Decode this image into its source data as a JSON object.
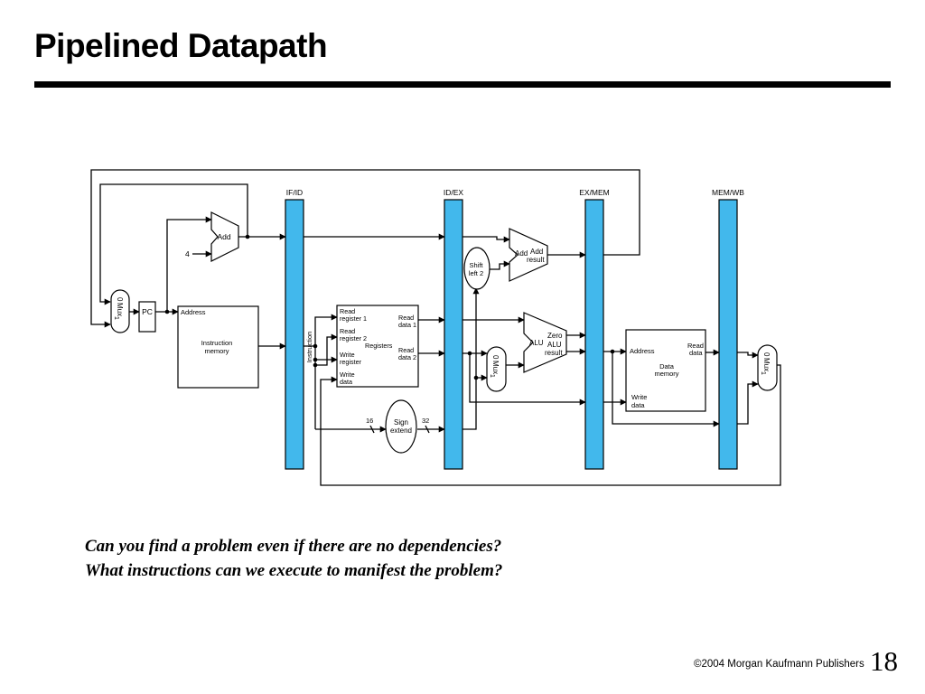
{
  "slide": {
    "title": "Pipelined Datapath",
    "page_number": "18",
    "copyright": "©2004 Morgan Kaufmann Publishers"
  },
  "questions": [
    "Can you find a problem even if there are no dependencies?",
    "What instructions can we execute to manifest the problem?"
  ],
  "diagram": {
    "pipeline_registers": [
      "IF/ID",
      "ID/EX",
      "EX/MEM",
      "MEM/WB"
    ],
    "register_color": "#42b8ec",
    "pc_label": "PC",
    "constant_four": "4",
    "adder_label": "Add",
    "branch_adder": {
      "label": "Add",
      "result": [
        "Add",
        "result"
      ]
    },
    "shift_left": [
      "Shift",
      "left 2"
    ],
    "mux": {
      "label": "Mux",
      "zero": "0",
      "one": "1"
    },
    "instruction_memory": {
      "address": "Address",
      "name": [
        "Instruction",
        "memory"
      ]
    },
    "instruction_bus": "Instruction",
    "registers": {
      "name": "Registers",
      "read_register_1": [
        "Read",
        "register 1"
      ],
      "read_register_2": [
        "Read",
        "register 2"
      ],
      "write_register": [
        "Write",
        "register"
      ],
      "write_data": [
        "Write",
        "data"
      ],
      "read_data_1": [
        "Read",
        "data 1"
      ],
      "read_data_2": [
        "Read",
        "data 2"
      ]
    },
    "sign_extend": {
      "name": [
        "Sign",
        "extend"
      ],
      "in_bits": "16",
      "out_bits": "32"
    },
    "alu": {
      "name": "ALU",
      "zero": "Zero",
      "result": [
        "ALU",
        "result"
      ]
    },
    "data_memory": {
      "address": "Address",
      "read_data": [
        "Read",
        "data"
      ],
      "name": [
        "Data",
        "memory"
      ],
      "write_data": [
        "Write",
        "data"
      ]
    }
  }
}
